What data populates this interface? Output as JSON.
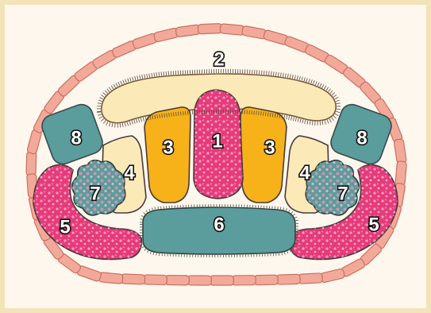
{
  "colors": {
    "frame_border": "#f2e3b8",
    "background": "#fdf7ee",
    "brick_fill": "#f3a99a",
    "brick_stroke": "#c9705e",
    "cream": "#fce9b8",
    "gold": "#f7b21a",
    "magenta": "#e63b7a",
    "pink_light": "#ee7fa8",
    "teal": "#5b9c9c",
    "outline": "#4a3a3a",
    "speckle": "#f6a6c6"
  },
  "labels": {
    "n1": "1",
    "n2": "2",
    "n3_left": "3",
    "n3_right": "3",
    "n4_left": "4",
    "n4_right": "4",
    "n5_left": "5",
    "n5_right": "5",
    "n6": "6",
    "n7_left": "7",
    "n7_right": "7",
    "n8_left": "8",
    "n8_right": "8"
  }
}
